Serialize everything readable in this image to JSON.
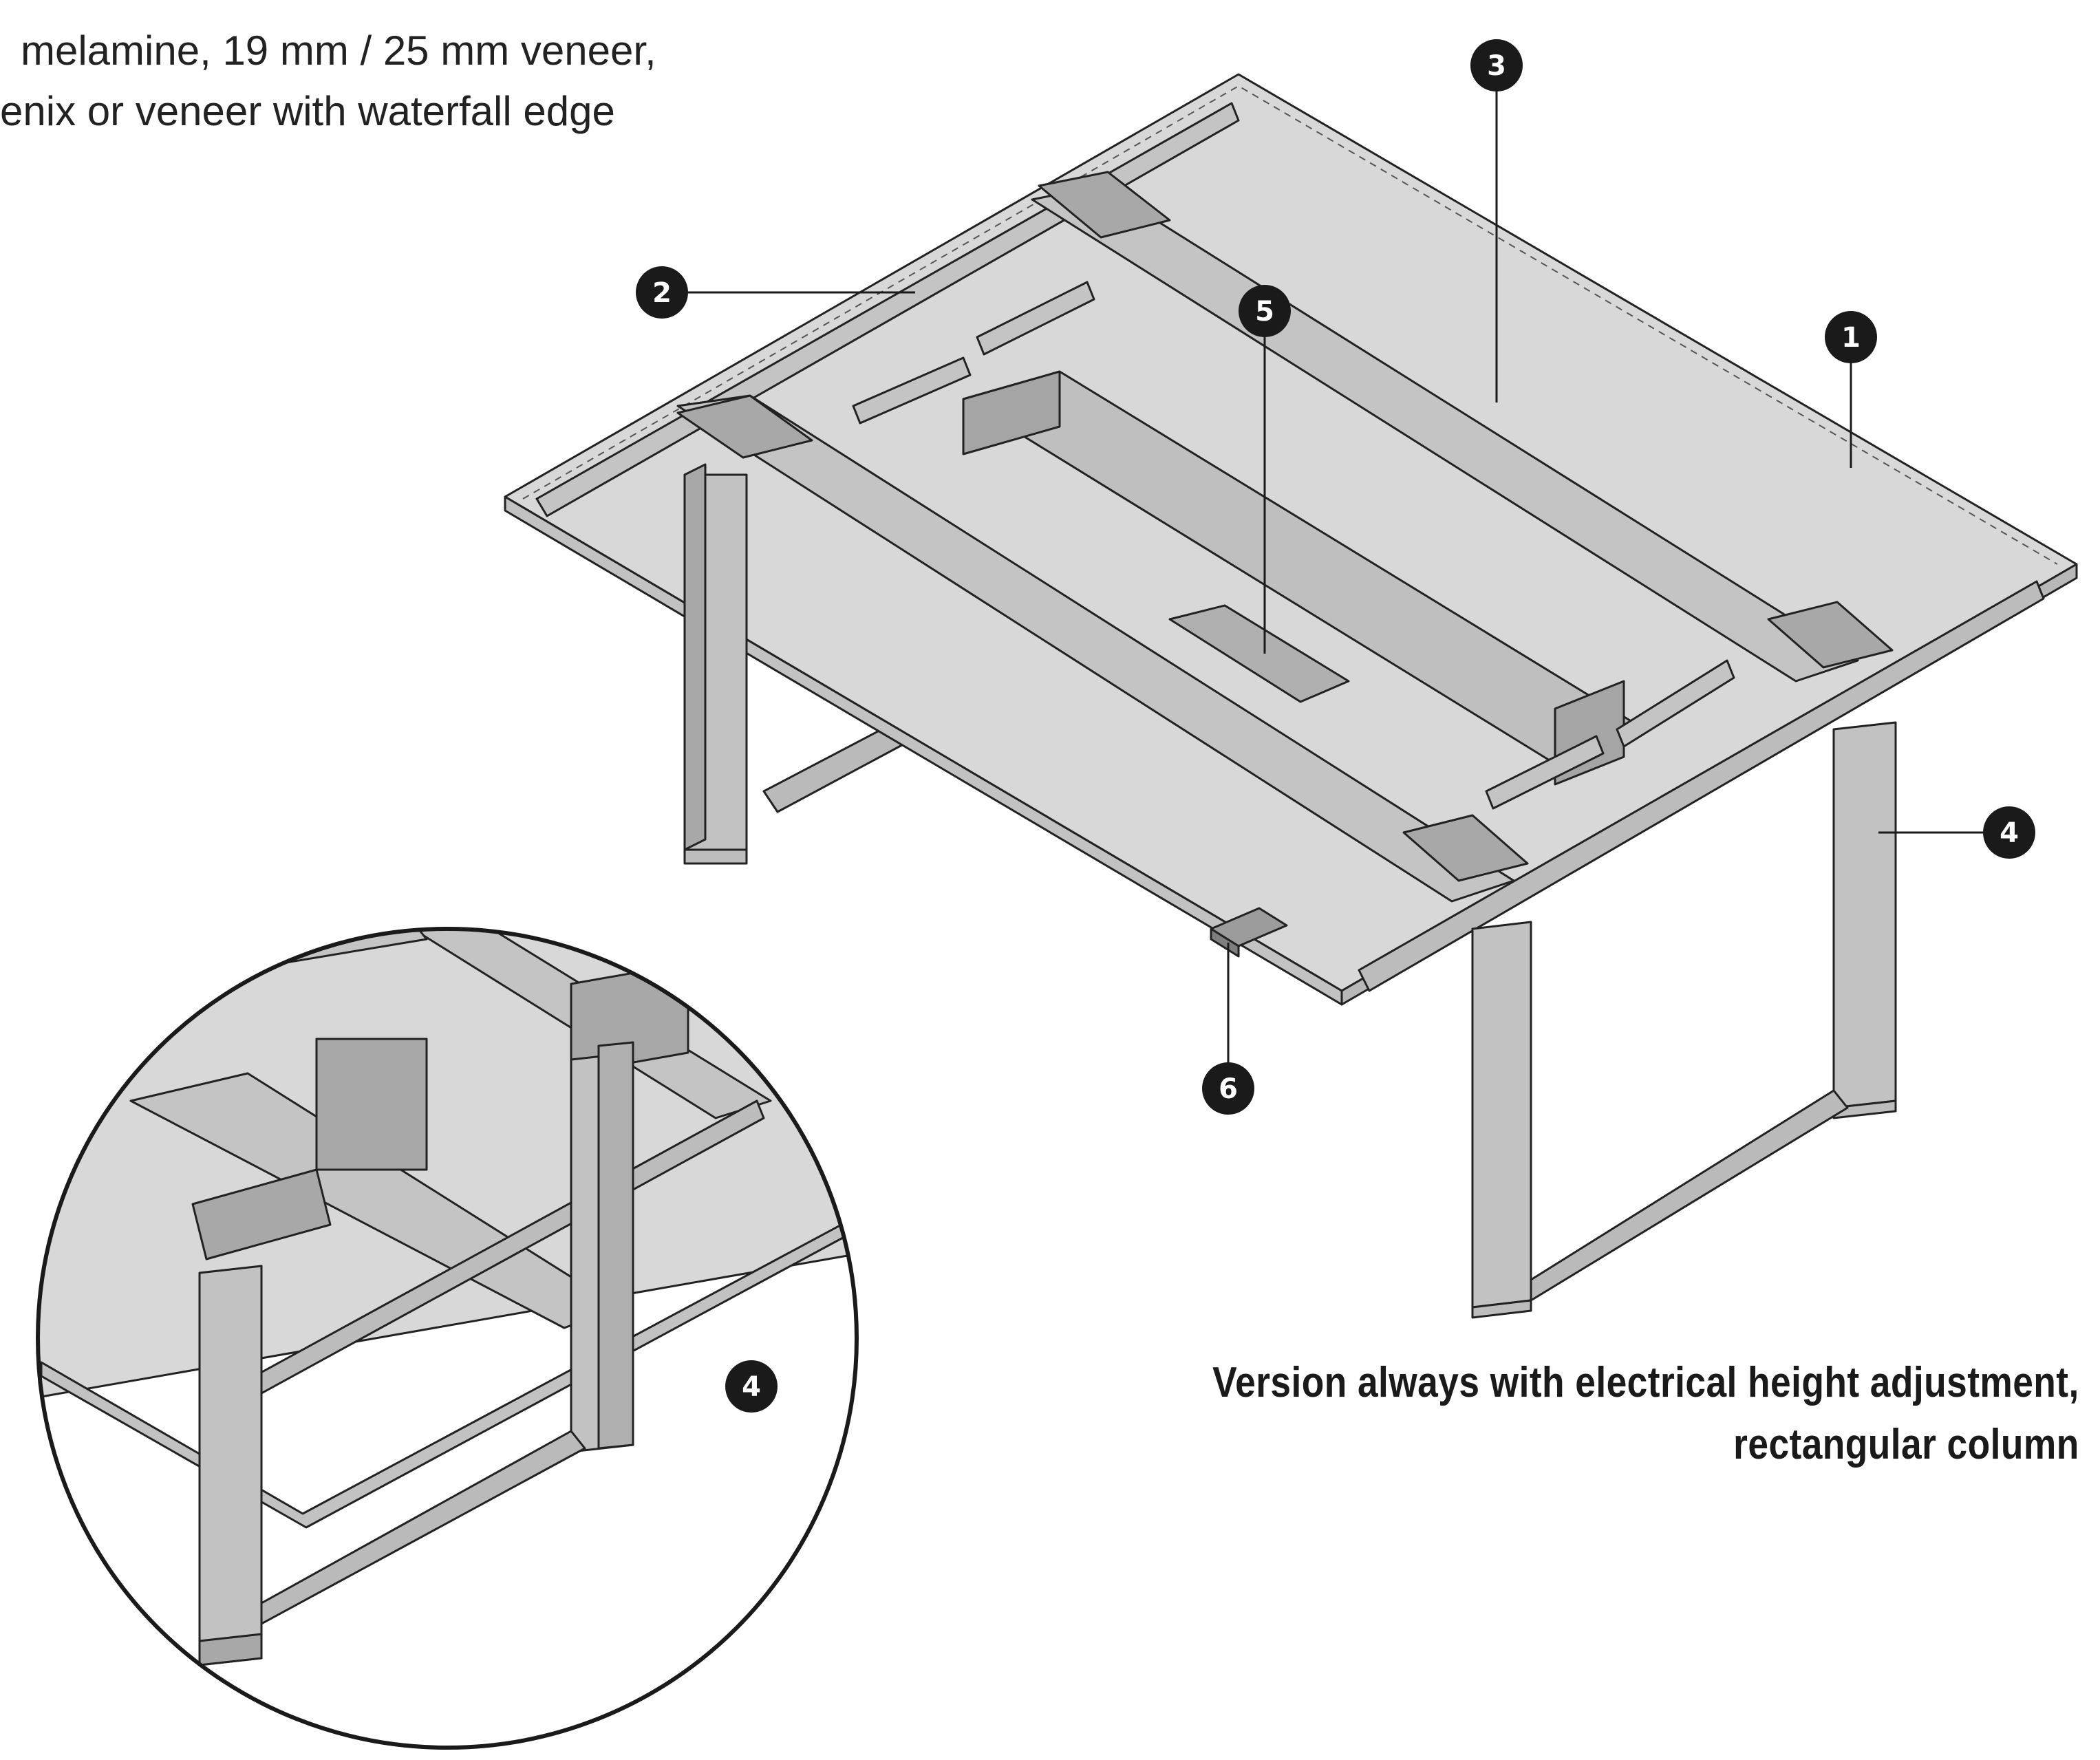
{
  "description": {
    "line1": "melamine, 19 mm / 25 mm veneer,",
    "line2": "enix or veneer with waterfall edge"
  },
  "caption": {
    "line1": "Version always with electrical height adjustment,",
    "line2": "rectangular column"
  },
  "callouts": [
    {
      "id": "1",
      "label": "1"
    },
    {
      "id": "2",
      "label": "2"
    },
    {
      "id": "3",
      "label": "3"
    },
    {
      "id": "4",
      "label": "4"
    },
    {
      "id": "5",
      "label": "5"
    },
    {
      "id": "6",
      "label": "6"
    },
    {
      "id": "4-detail",
      "label": "4"
    }
  ],
  "colors": {
    "tabletop": "#d6d6d6",
    "frame": "#c4c4c4",
    "frame_dark": "#9c9c9c",
    "leg": "#bdbdbd",
    "outline": "#222222",
    "callout_fill": "#1a1a1a"
  }
}
